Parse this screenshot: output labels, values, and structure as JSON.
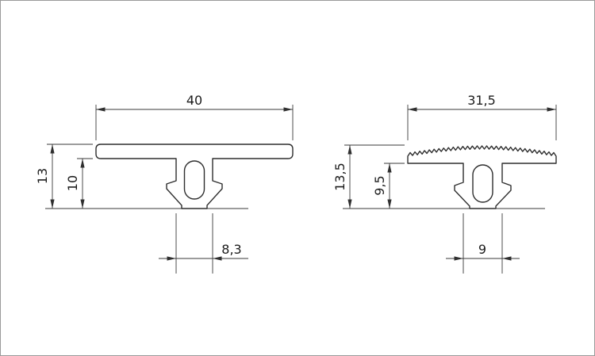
{
  "drawing": {
    "line_color": "#2f2f2f",
    "border_color": "#9a9a9a",
    "profiles": {
      "left": {
        "top_width": "40",
        "total_height": "13",
        "stem_height": "10",
        "stem_width": "8,3"
      },
      "right": {
        "top_width": "31,5",
        "total_height": "13,5",
        "stem_height": "9,5",
        "stem_width": "9"
      }
    }
  }
}
